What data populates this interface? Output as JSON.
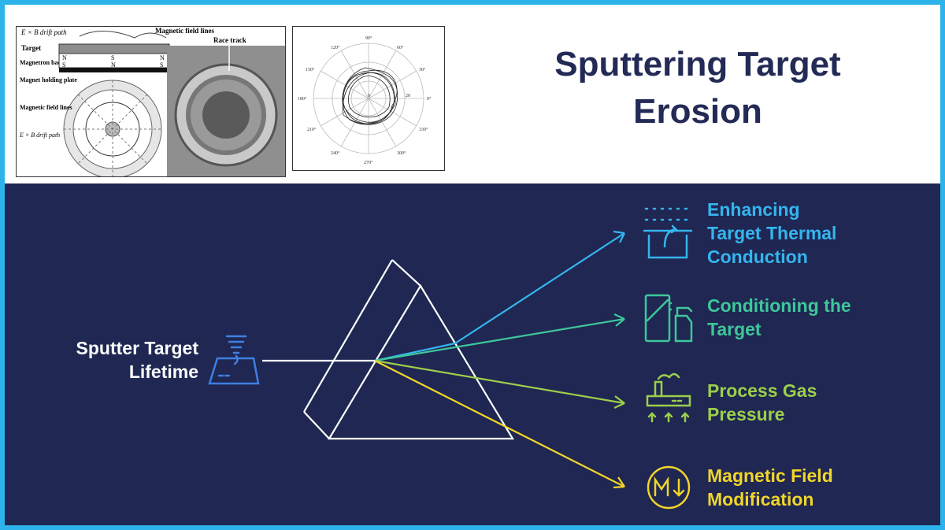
{
  "title": {
    "line1": "Sputtering Target",
    "line2": "Erosion"
  },
  "input": {
    "line1": "Sputter Target",
    "line2": "Lifetime"
  },
  "outputs": [
    {
      "line1": "Enhancing",
      "line2": "Target Thermal",
      "line3": "Conduction",
      "color": "#35b5ee",
      "icon": "heat-transfer-icon"
    },
    {
      "line1": "Conditioning the",
      "line2": "Target",
      "color": "#3ec79a",
      "icon": "cleaning-spray-icon"
    },
    {
      "line1": "Process Gas",
      "line2": "Pressure",
      "color": "#9ccf4a",
      "icon": "factory-pressure-icon"
    },
    {
      "line1": "Magnetic Field",
      "line2": "Modification",
      "color": "#f2d52a",
      "icon": "magnet-field-icon"
    }
  ],
  "schematic": {
    "labels": {
      "drift_path_top": "E × B drift path",
      "magnetic_field_lines_top": "Magnetic field lines",
      "target": "Target",
      "magnetron_back_plate": "Magnetron back plate",
      "magnet_holding_plate": "Magnet holding plate",
      "magnetic_field_lines": "Magnetic field lines",
      "drift_path_bottom": "E × B drift path",
      "race_track": "Race track",
      "poles": [
        "N",
        "S",
        "S",
        "N",
        "N",
        "S"
      ]
    }
  },
  "polar": {
    "angles": [
      "90°",
      "60°",
      "30°",
      "0°",
      "330°",
      "300°",
      "270°",
      "240°",
      "210°",
      "180°",
      "150°",
      "120°"
    ],
    "radial_labels": [
      "0",
      "20"
    ]
  },
  "colors": {
    "background": "#1f2752",
    "border": "#2bb3ea",
    "title": "#232a55"
  }
}
